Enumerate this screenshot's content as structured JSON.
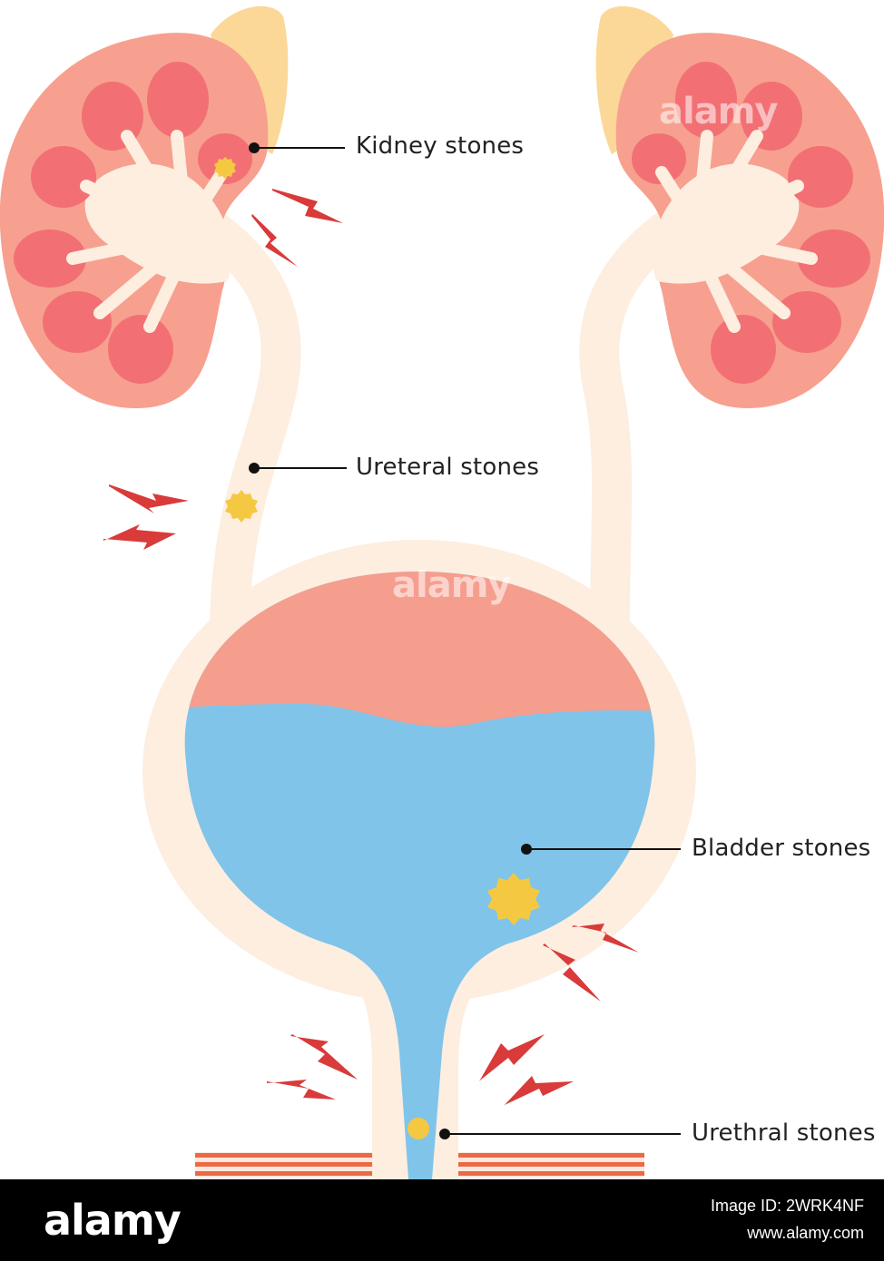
{
  "labels": {
    "kidney": "Kidney stones",
    "ureteral": "Ureteral stones",
    "bladder": "Bladder stones",
    "urethral": "Urethral stones"
  },
  "watermark": {
    "word": "alamy",
    "image_id": "Image ID: 2WRK4NF",
    "site": "www.alamy.com"
  },
  "colors": {
    "tube": "#fdeee0",
    "kidney_outer": "#f7a08f",
    "kidney_lobe": "#f27073",
    "adrenal": "#fbd898",
    "bladder_top": "#f59e8e",
    "urine": "#80c4ea",
    "stone": "#f5c842",
    "pain": "#d93a3a",
    "muscle": "#ea6a45"
  }
}
